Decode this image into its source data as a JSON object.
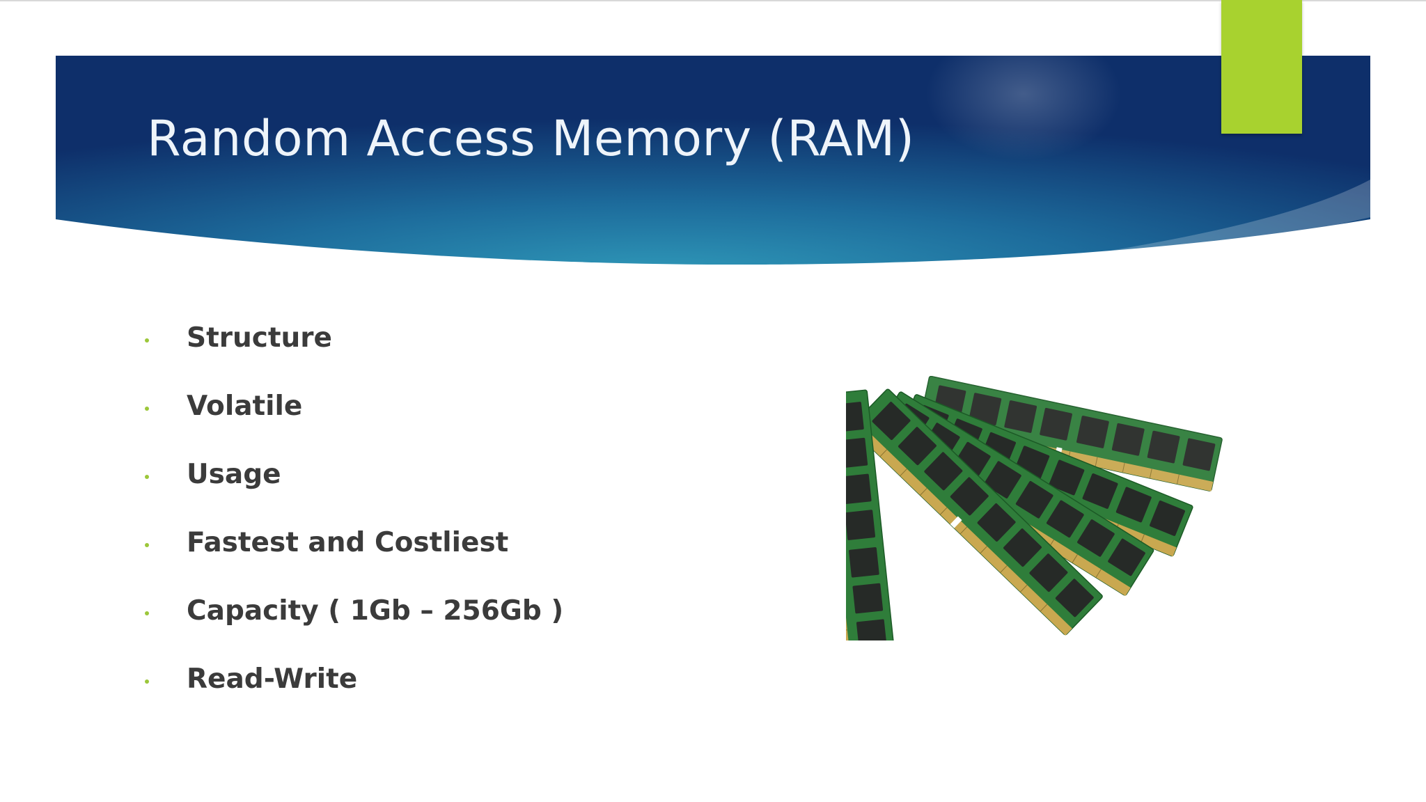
{
  "slide": {
    "title": "Random Access Memory (RAM)",
    "bullets": [
      "Structure",
      "Volatile",
      "Usage",
      "Fastest and Costliest",
      "Capacity ( 1Gb – 256Gb )",
      "Read-Write"
    ],
    "image_subject": "ram-memory-modules"
  },
  "colors": {
    "banner_dark": "#0e2f6a",
    "banner_light": "#2b8fb3",
    "accent_green": "#a8d22f",
    "bullet_green": "#9cc73a",
    "text_dark": "#3b3b3b",
    "pcb_green": "#2f7d3a",
    "chip_black": "#262a27"
  }
}
